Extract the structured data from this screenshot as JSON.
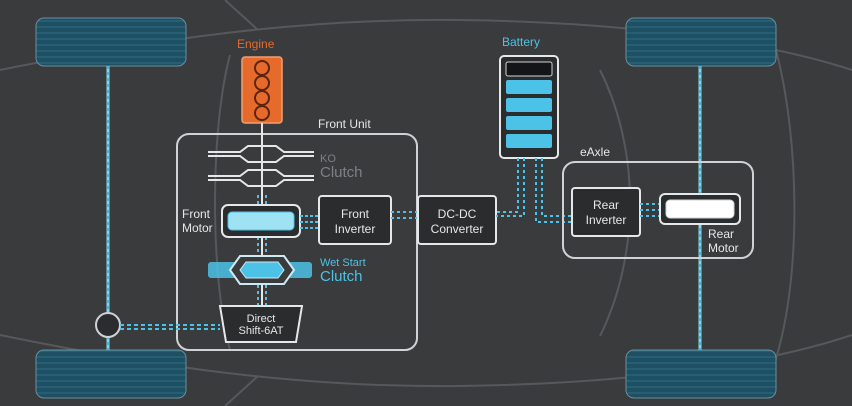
{
  "labels": {
    "engine": "Engine",
    "battery": "Battery",
    "front_unit": "Front Unit",
    "ko": "KO",
    "ko_clutch": "Clutch",
    "front_motor_1": "Front",
    "front_motor_2": "Motor",
    "front_inverter_1": "Front",
    "front_inverter_2": "Inverter",
    "dcdc_1": "DC-DC",
    "dcdc_2": "Converter",
    "wet_start": "Wet Start",
    "wet_clutch": "Clutch",
    "direct_shift_1": "Direct",
    "direct_shift_2": "Shift-6AT",
    "eaxle": "eAxle",
    "rear_inverter_1": "Rear",
    "rear_inverter_2": "Inverter",
    "rear_motor_1": "Rear",
    "rear_motor_2": "Motor"
  },
  "colors": {
    "background": "#3a3b3d",
    "outline": "#cfd3d6",
    "wheel": "#1f4f63",
    "flow": "#4cc3e6",
    "engine": "#e66a2c",
    "battery_cell": "#4cc3e6"
  }
}
